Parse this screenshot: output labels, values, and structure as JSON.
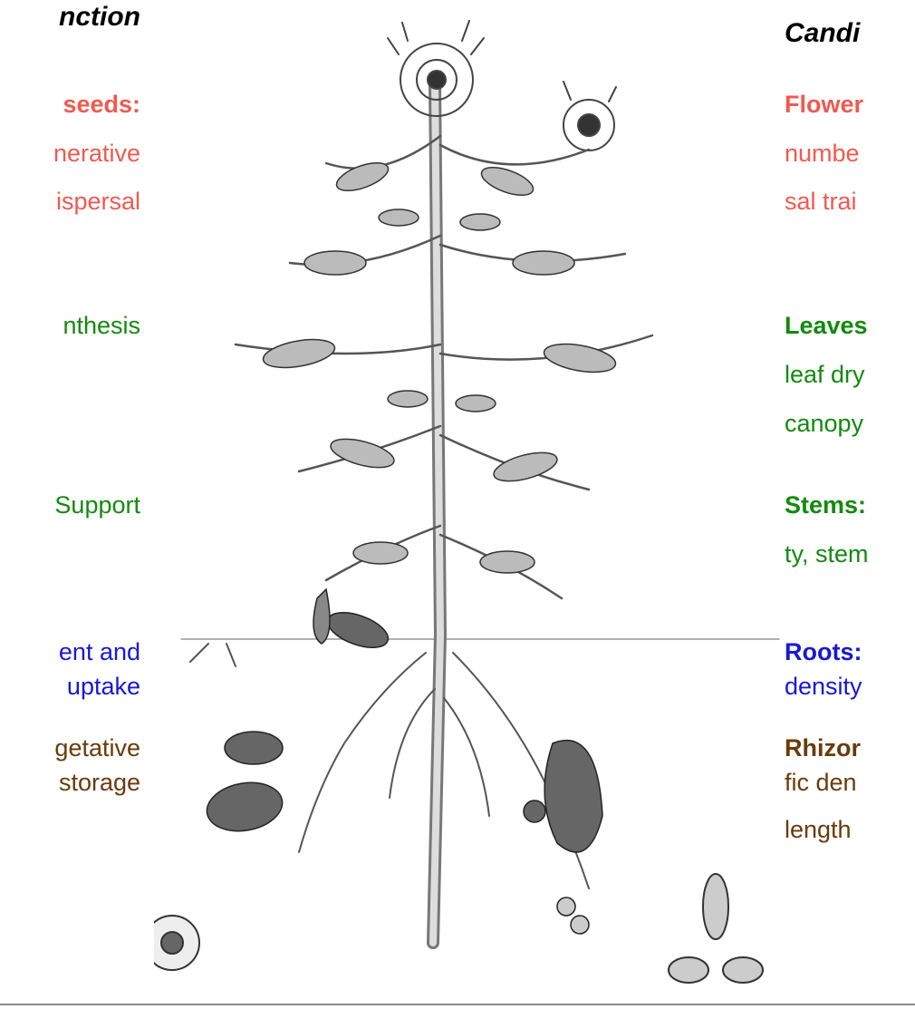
{
  "left_column": {
    "heading": "nction",
    "seeds_title": "seeds:",
    "seeds_line1": "nerative",
    "seeds_line2": "ispersal",
    "leaves_text": "nthesis",
    "stems_text": "Support",
    "roots_line1": "ent and",
    "roots_line2": "uptake",
    "rhizome_line1": "getative",
    "rhizome_line2": "storage"
  },
  "right_column": {
    "heading": "Candi",
    "flowers_title": "Flower",
    "flowers_line1": "numbe",
    "flowers_line2": "sal trai",
    "leaves_title": "Leaves",
    "leaves_line1": "leaf dry",
    "leaves_line2": "canopy",
    "stems_title": "Stems:",
    "stems_line1": "ty, stem",
    "roots_title": "Roots:",
    "roots_line1": "density",
    "rhizome_title": "Rhizor",
    "rhizome_line1": "fic den",
    "rhizome_line2": "length"
  },
  "colors": {
    "reproductive": "#f05a4f",
    "leaves_stems": "#138a0e",
    "roots": "#1818d6",
    "rhizome": "#6b3a0a"
  },
  "illustration": {
    "icon": "plant-engraving-illustration"
  }
}
